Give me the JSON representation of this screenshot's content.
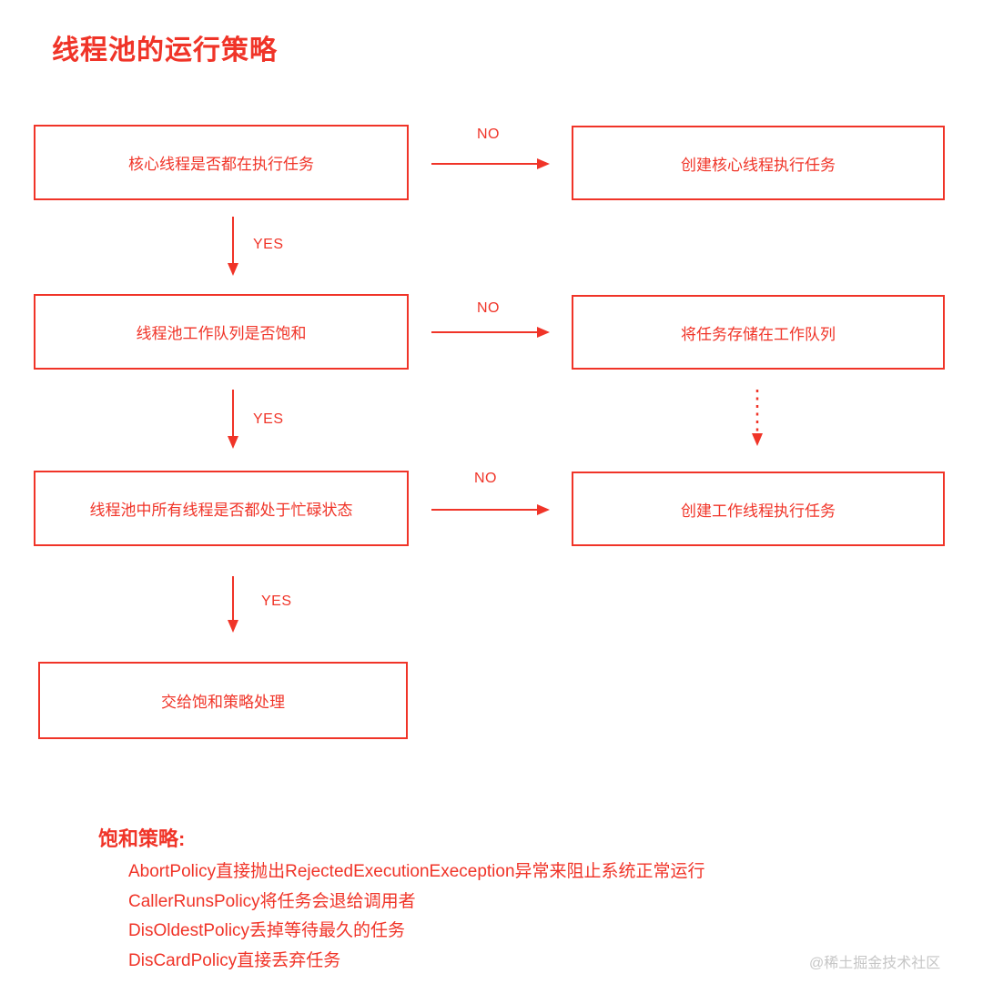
{
  "page": {
    "title": "线程池的运行策略",
    "accent_color": "#f03428",
    "watermark": "@稀土掘金技术社区"
  },
  "flowchart": {
    "nodes": [
      {
        "id": "q1",
        "label": "核心线程是否都在执行任务"
      },
      {
        "id": "a1",
        "label": "创建核心线程执行任务"
      },
      {
        "id": "q2",
        "label": "线程池工作队列是否饱和"
      },
      {
        "id": "a2",
        "label": "将任务存储在工作队列"
      },
      {
        "id": "q3",
        "label": "线程池中所有线程是否都处于忙碌状态"
      },
      {
        "id": "a3",
        "label": "创建工作线程执行任务"
      },
      {
        "id": "final",
        "label": "交给饱和策略处理"
      }
    ],
    "edges": [
      {
        "from": "q1",
        "to": "a1",
        "label": "NO",
        "style": "solid"
      },
      {
        "from": "q1",
        "to": "q2",
        "label": "YES",
        "style": "solid"
      },
      {
        "from": "q2",
        "to": "a2",
        "label": "NO",
        "style": "solid"
      },
      {
        "from": "q2",
        "to": "q3",
        "label": "YES",
        "style": "solid"
      },
      {
        "from": "q3",
        "to": "a3",
        "label": "NO",
        "style": "solid"
      },
      {
        "from": "q3",
        "to": "final",
        "label": "YES",
        "style": "solid"
      },
      {
        "from": "a2",
        "to": "a3",
        "label": "",
        "style": "dotted"
      }
    ]
  },
  "saturation_policies": {
    "heading": "饱和策略:",
    "items": [
      "AbortPolicy直接抛出RejectedExecutionExeception异常来阻止系统正常运行",
      "CallerRunsPolicy将任务会退给调用者",
      "DisOldestPolicy丢掉等待最久的任务",
      "DisCardPolicy直接丢弃任务"
    ]
  }
}
